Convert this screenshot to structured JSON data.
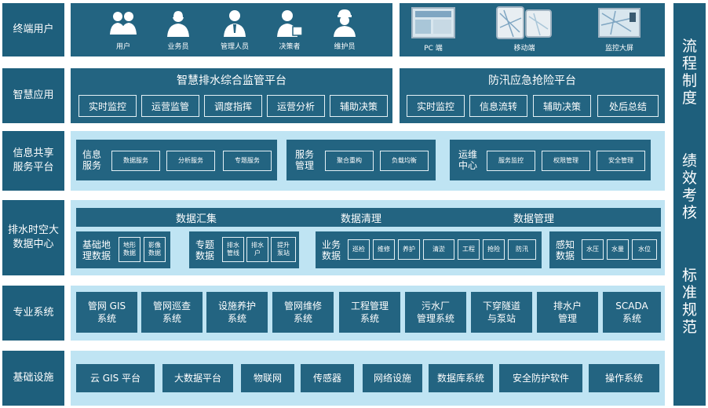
{
  "rows": {
    "terminal_users": "终端用户",
    "smart_apps": "智慧应用",
    "info_sharing": "信息共享\n服务平台",
    "data_center": "排水时空大\n数据中心",
    "professional": "专业系统",
    "infrastructure": "基础设施"
  },
  "users": [
    "用户",
    "业务员",
    "管理人员",
    "决策者",
    "维护员"
  ],
  "terminals": [
    "PC 端",
    "移动端",
    "监控大屏"
  ],
  "platforms": {
    "left": {
      "title": "智慧排水综合监管平台",
      "items": [
        "实时监控",
        "运营监管",
        "调度指挥",
        "运营分析",
        "辅助决策"
      ]
    },
    "right": {
      "title": "防汛应急抢险平台",
      "items": [
        "实时监控",
        "信息流转",
        "辅助决策",
        "处后总结"
      ]
    }
  },
  "sharing": [
    {
      "title": "信息\n服务",
      "items": [
        "数据服务",
        "分析服务",
        "专题服务"
      ]
    },
    {
      "title": "服务\n管理",
      "items": [
        "聚合重构",
        "负载均衡"
      ]
    },
    {
      "title": "运维\n中心",
      "items": [
        "服务监控",
        "权限管理",
        "安全管理"
      ]
    }
  ],
  "data_headers": [
    "数据汇集",
    "数据清理",
    "数据管理"
  ],
  "data_groups": [
    {
      "title": "基础地\n理数据",
      "items": [
        "地形\n数据",
        "影像\n数据"
      ]
    },
    {
      "title": "专题\n数据",
      "items": [
        "排水\n管线",
        "排水\n户",
        "提升\n泵站"
      ]
    },
    {
      "title": "业务\n数据",
      "items": [
        "巡检",
        "维修",
        "养护",
        "清淤",
        "工程",
        "抢险",
        "防汛"
      ]
    },
    {
      "title": "感知\n数据",
      "items": [
        "水压",
        "水量",
        "水位"
      ]
    }
  ],
  "systems": [
    "管网 GIS\n系统",
    "管网巡查\n系统",
    "设施养护\n系统",
    "管网维修\n系统",
    "工程管理\n系统",
    "污水厂\n管理系统",
    "下穿隧道\n与泵站",
    "排水户\n管理",
    "SCADA\n系统"
  ],
  "infra": [
    "云 GIS 平台",
    "大数据平台",
    "物联网",
    "传感器",
    "网络设施",
    "数据库系统",
    "安全防护软件",
    "操作系统"
  ],
  "side": [
    [
      "流",
      "程",
      "制",
      "度"
    ],
    [
      "绩",
      "效",
      "考",
      "核"
    ],
    [
      "标",
      "准",
      "规",
      "范"
    ]
  ]
}
